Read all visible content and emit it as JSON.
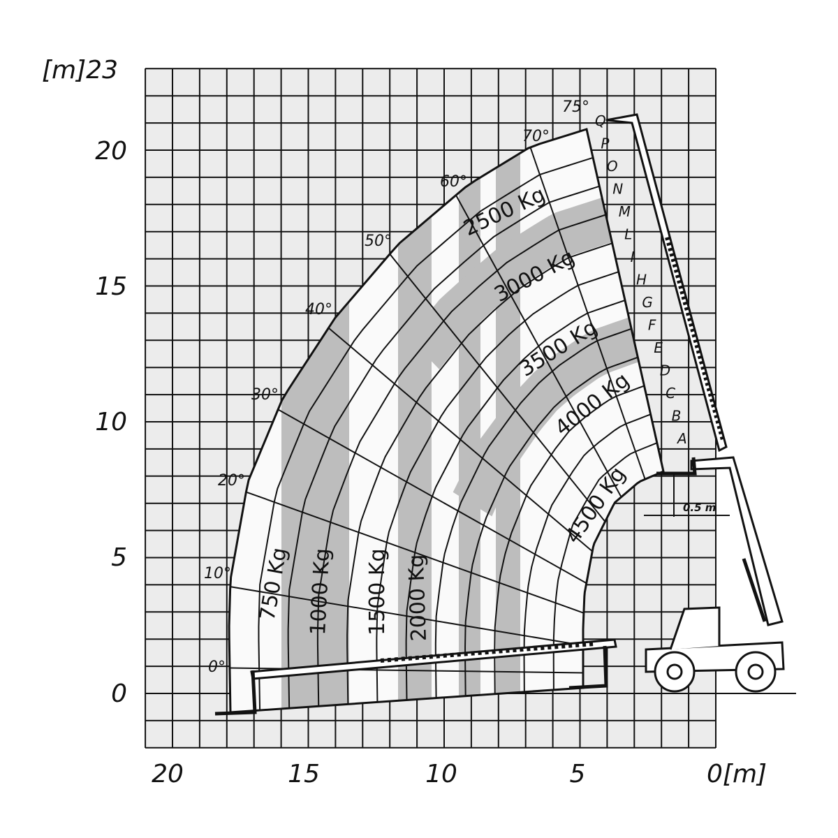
{
  "title": "Load chart",
  "axes": {
    "y_unit_label": "[m]23",
    "y_ticks": [
      "20",
      "15",
      "10",
      "5",
      "0"
    ],
    "x_ticks": [
      "20",
      "15",
      "10",
      "5"
    ],
    "x_unit_label": "0[m]",
    "y_range_m": [
      -2,
      23
    ],
    "x_range_m": [
      21,
      0
    ]
  },
  "angles": [
    "0°",
    "10°",
    "20°",
    "30°",
    "40°",
    "50°",
    "60°",
    "70°",
    "75°"
  ],
  "loads": [
    "750 Kg",
    "1000 Kg",
    "1500 Kg",
    "2000 Kg",
    "2500 Kg",
    "3000 Kg",
    "3500 Kg",
    "4000 Kg",
    "4500 Kg"
  ],
  "extension_letters": [
    "Q",
    "P",
    "O",
    "N",
    "M",
    "L",
    "I",
    "H",
    "G",
    "F",
    "E",
    "D",
    "C",
    "B",
    "A"
  ],
  "offset_label": "0.5 m",
  "colors": {
    "grid_bg": "#ececec",
    "band": "#bdbdbd",
    "line": "#111111"
  }
}
